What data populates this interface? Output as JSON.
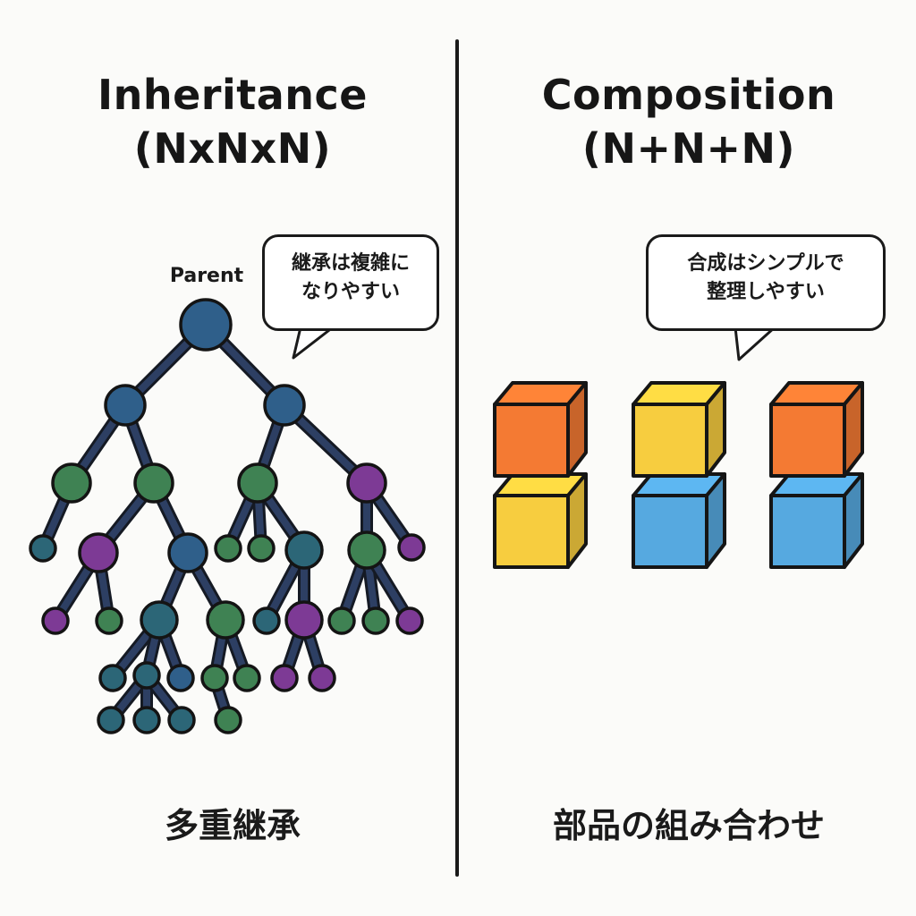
{
  "left": {
    "title_line1": "Inheritance",
    "title_line2": "(NxNxN)",
    "parent_label": "Parent",
    "bubble_line1": "継承は複雑に",
    "bubble_line2": "なりやすい",
    "caption": "多重継承"
  },
  "right": {
    "title_line1": "Composition",
    "title_line2": "(N+N+N)",
    "bubble_line1": "合成はシンプルで",
    "bubble_line2": "整理しやすい",
    "caption": "部品の組み合わせ"
  },
  "colors": {
    "node_blue": "#2f5f8a",
    "node_green": "#3f8253",
    "node_purple": "#7d3a95",
    "node_teal": "#2c6677",
    "edge": "#2d3f63",
    "cube_orange": "#f47a33",
    "cube_yellow": "#f7cd3f",
    "cube_blue": "#56a9e0"
  },
  "cube_stacks": [
    {
      "top": "orange",
      "bottom": "yellow"
    },
    {
      "top": "yellow",
      "bottom": "blue"
    },
    {
      "top": "orange",
      "bottom": "blue"
    }
  ]
}
